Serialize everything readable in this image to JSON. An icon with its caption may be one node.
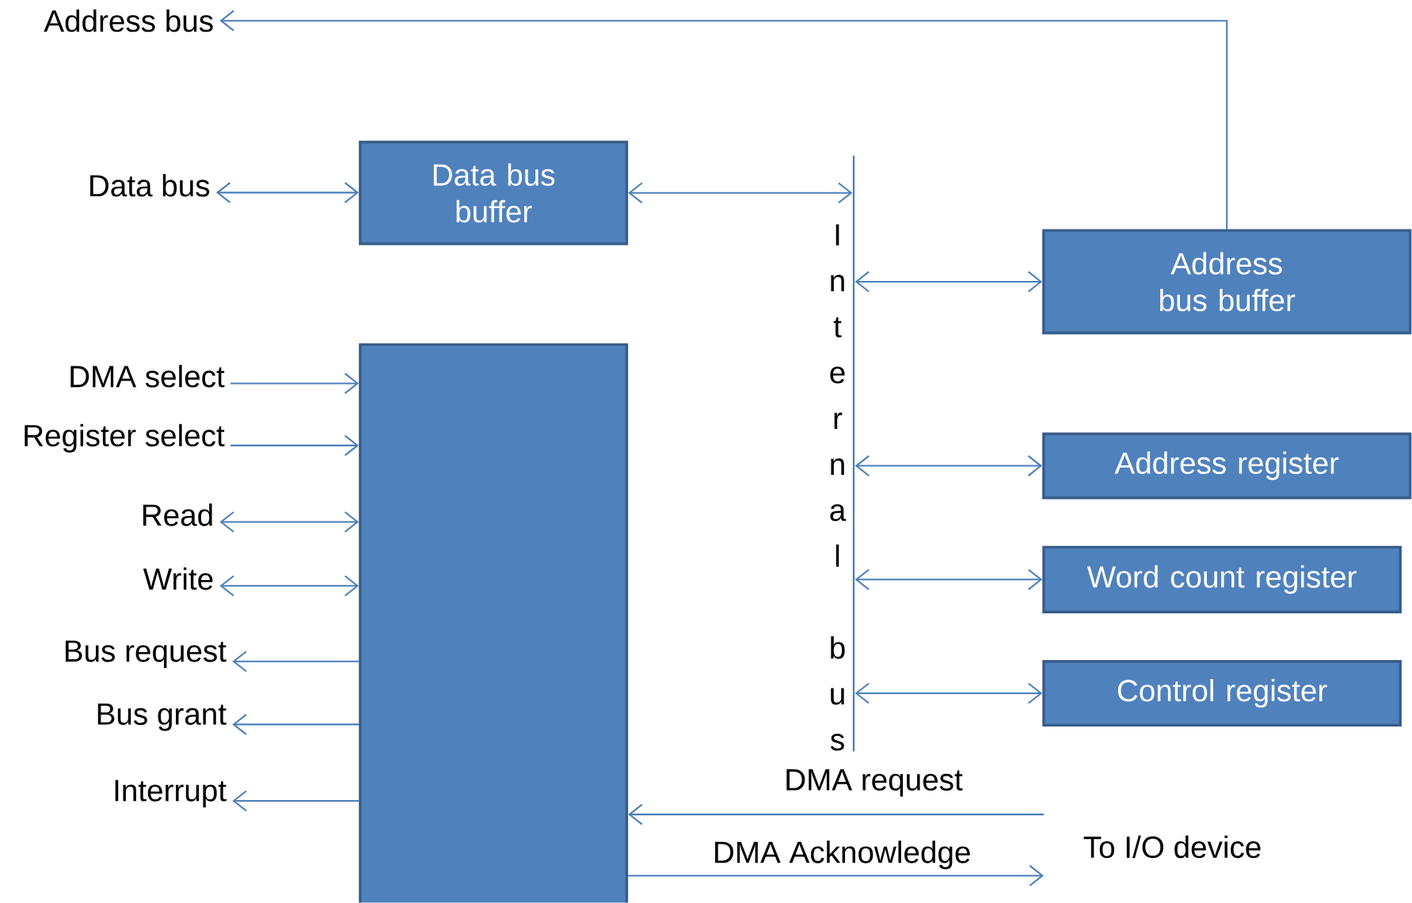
{
  "diagram": {
    "nodes": [
      {
        "text": [
          "Address bus"
        ]
      },
      {
        "text": [
          "Data bus"
        ]
      },
      {
        "text": [
          "Data bus buffer"
        ]
      },
      {
        "text": [
          "Internal bus"
        ]
      },
      {
        "text": [
          "Address bus buffer"
        ]
      },
      {
        "text": [
          "Address register"
        ]
      },
      {
        "text": [
          "Word count register"
        ]
      },
      {
        "text": [
          "Control register"
        ]
      },
      {
        "text": [],
        "shape": "box"
      },
      {
        "text": [
          "DMA select"
        ]
      },
      {
        "text": [
          "Register select"
        ]
      },
      {
        "text": [
          "Read"
        ]
      },
      {
        "text": [
          "Write"
        ]
      },
      {
        "text": [
          "Bus request"
        ]
      },
      {
        "text": [
          "Bus grant"
        ]
      },
      {
        "text": [
          "Interrupt"
        ]
      }
    ],
    "edges": [
      {
        "from": 4,
        "to": 0,
        "arrow": "to"
      },
      {
        "from": 1,
        "to": 2,
        "arrow": "both"
      },
      {
        "from": 2,
        "to": 3,
        "arrow": "both"
      },
      {
        "from": 3,
        "to": 4,
        "arrow": "both"
      },
      {
        "from": 3,
        "to": 5,
        "arrow": "both"
      },
      {
        "from": 3,
        "to": 6,
        "arrow": "both"
      },
      {
        "from": 3,
        "to": 7,
        "arrow": "both"
      },
      {
        "from": 9,
        "to": 8,
        "arrow": "to"
      },
      {
        "from": 10,
        "to": 8,
        "arrow": "to"
      },
      {
        "from": 11,
        "to": 8,
        "arrow": "both"
      },
      {
        "from": 12,
        "to": 8,
        "arrow": "both"
      },
      {
        "from": 8,
        "to": 13,
        "arrow": "to"
      },
      {
        "from": 8,
        "to": 14,
        "arrow": "to"
      },
      {
        "from": 8,
        "to": 15,
        "arrow": "to"
      },
      {
        "from": null,
        "to": 8,
        "arrow": "to",
        "label": "DMA request"
      },
      {
        "from": 8,
        "to": null,
        "arrow": "to",
        "label": "DMA Acknowledge"
      }
    ],
    "labels": [
      "To I/O device"
    ]
  }
}
